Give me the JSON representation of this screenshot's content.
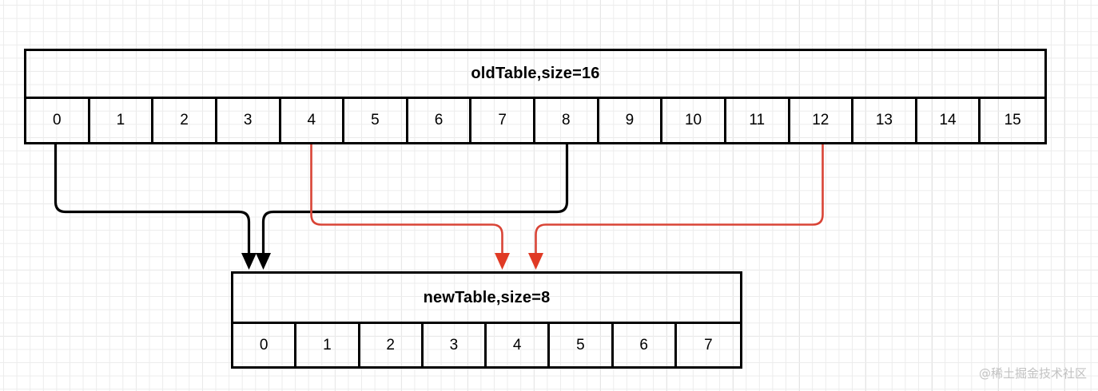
{
  "diagram": {
    "title_hidden": "HashMap resize rehashing diagram",
    "watermark": "@稀土掘金技术社区",
    "colors": {
      "stroke_black": "#000000",
      "stroke_red": "#d94436",
      "arrowhead_red": "#e03a25",
      "grid_minor": "#ececec",
      "grid_major": "#d8d8d8",
      "background": "#ffffff"
    }
  },
  "old_table": {
    "title": "oldTable,size=16",
    "size": 16,
    "cells": [
      "0",
      "1",
      "2",
      "3",
      "4",
      "5",
      "6",
      "7",
      "8",
      "9",
      "10",
      "11",
      "12",
      "13",
      "14",
      "15"
    ]
  },
  "new_table": {
    "title": "newTable,size=8",
    "size": 8,
    "cells": [
      "0",
      "1",
      "2",
      "3",
      "4",
      "5",
      "6",
      "7"
    ]
  },
  "connections": [
    {
      "from": "oldTable.0",
      "to": "newTable.0",
      "color": "black"
    },
    {
      "from": "oldTable.8",
      "to": "newTable.0",
      "color": "black"
    },
    {
      "from": "oldTable.4",
      "to": "newTable.4",
      "color": "red"
    },
    {
      "from": "oldTable.12",
      "to": "newTable.4",
      "color": "red"
    }
  ]
}
